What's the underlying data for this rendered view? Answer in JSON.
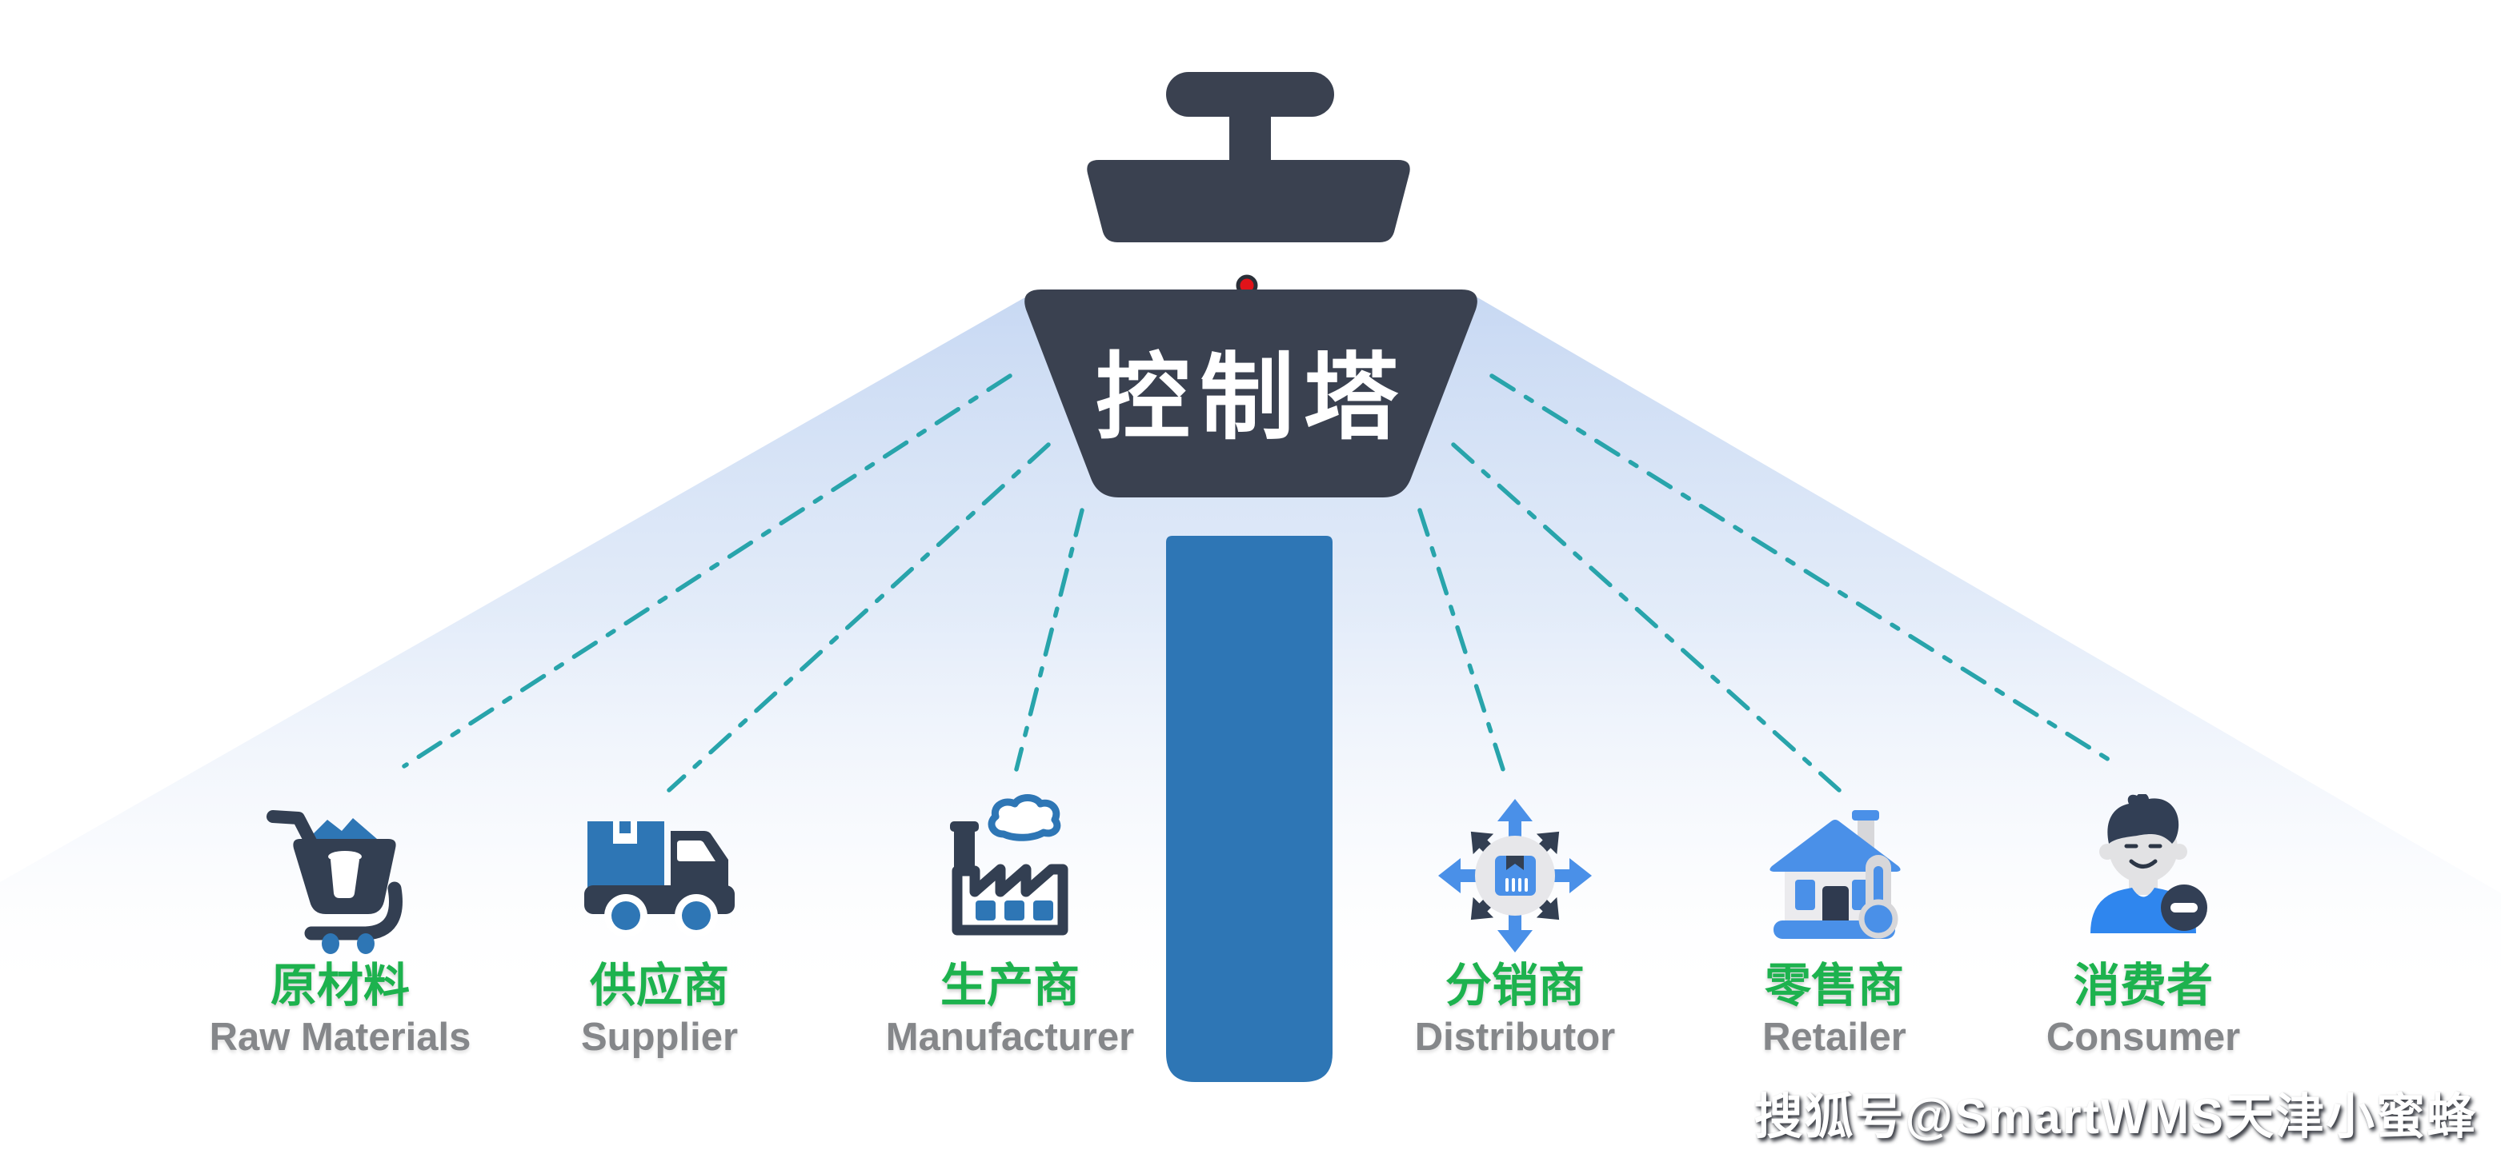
{
  "tower": {
    "label": "控制塔"
  },
  "entities": [
    {
      "zh": "原材料",
      "en": "Raw Materials",
      "icon": "shopping-cart-icon"
    },
    {
      "zh": "供应商",
      "en": "Supplier",
      "icon": "delivery-truck-icon"
    },
    {
      "zh": "生产商",
      "en": "Manufacturer",
      "icon": "factory-icon"
    },
    {
      "zh": "分销商",
      "en": "Distributor",
      "icon": "distribution-arrows-icon"
    },
    {
      "zh": "零售商",
      "en": "Retailer",
      "icon": "store-house-icon"
    },
    {
      "zh": "消费者",
      "en": "Consumer",
      "icon": "person-icon"
    }
  ],
  "watermark": {
    "text": "搜狐号@SmartWMS天津小蜜蜂"
  },
  "colors": {
    "tower_dark": "#3a4150",
    "icon_dark": "#333f52",
    "pillar_blue": "#2e76b5",
    "bright_blue": "#4a90e8",
    "label_green": "#1db24e",
    "label_gray": "#85878a",
    "dash_teal": "#28a4ab",
    "beam_blue": "#c4d6f2",
    "beacon_red": "#e01319"
  }
}
